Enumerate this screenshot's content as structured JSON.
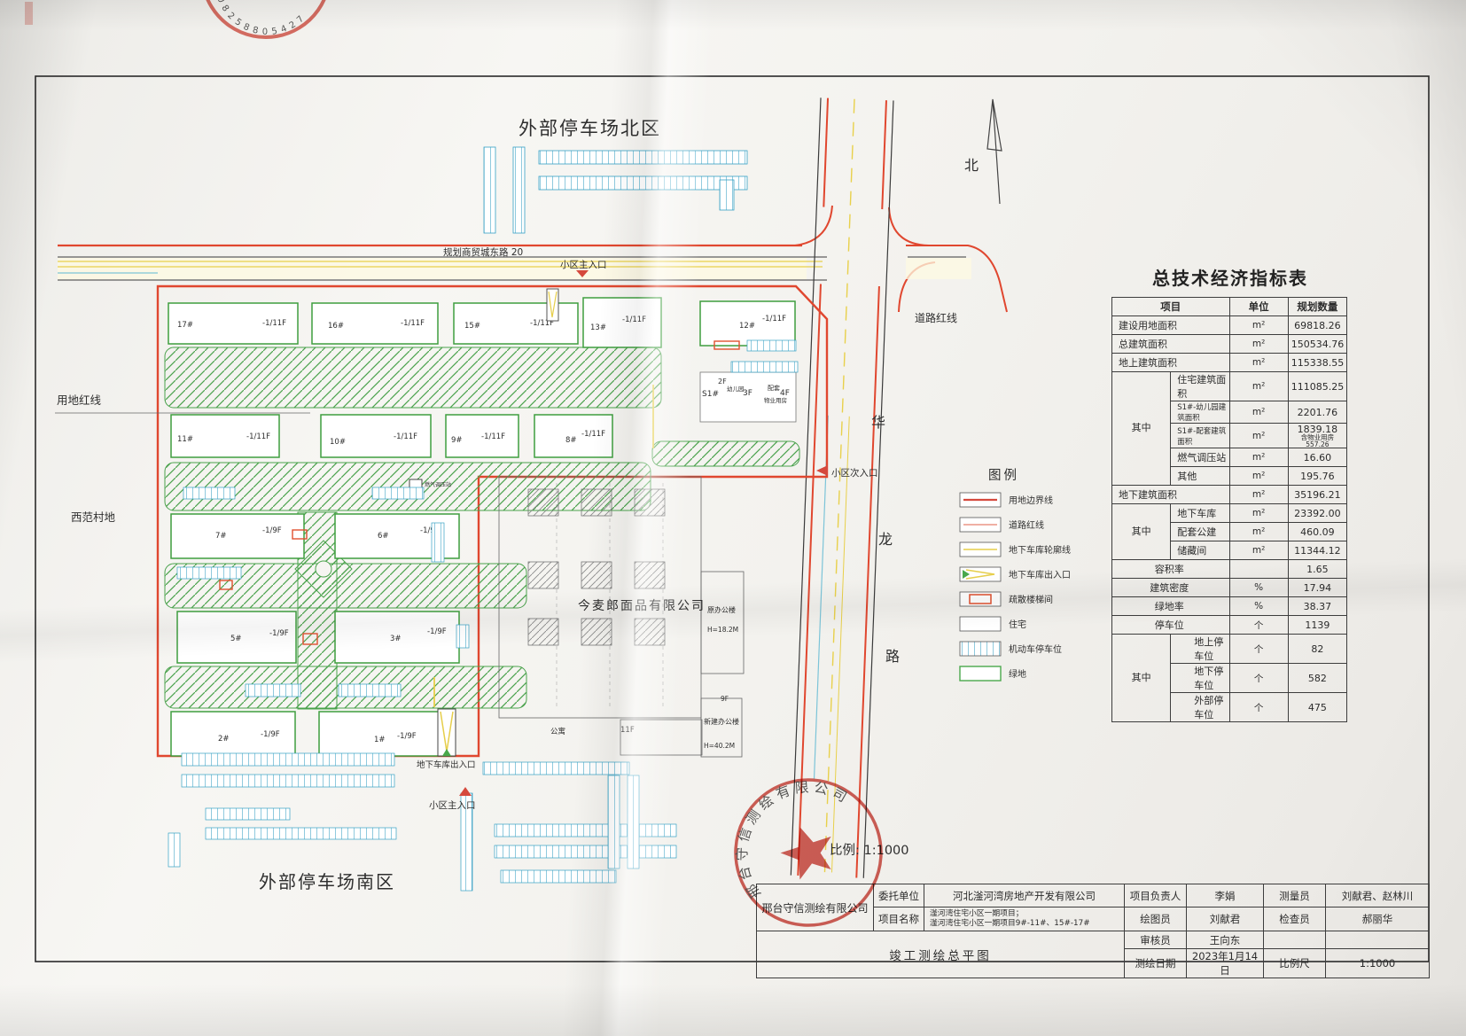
{
  "labels": {
    "north_lot": "外部停车场北区",
    "south_lot": "外部停车场南区",
    "road_name": "规划商贸城东路 20",
    "main_entrance_top": "小区主入口",
    "main_entrance_bottom": "小区主入口",
    "side_entrance": "小区次入口",
    "road_red_line": "道路红线",
    "land_red_line": "用地红线",
    "west_village": "西范村地",
    "hualong": "华龙路",
    "north": "北",
    "factory": "今麦郎面品有限公司",
    "old_office": "原办公楼",
    "old_office_height": "H=18.2M",
    "old_office_floors": "9F",
    "new_office": "新建办公楼",
    "new_office_height": "H=40.2M",
    "apartment": "公寓",
    "apartment_floors": "11F",
    "garage_exit": "地下车库出入口",
    "gas_station": "燃气调压站",
    "scale_note": "比例: 1:1000"
  },
  "site": {
    "s1": {
      "id": "S1#",
      "f2": "2F",
      "kindergarten": "幼儿园",
      "f3": "3F",
      "support": "配套",
      "f4": "4F",
      "property": "物业用房"
    },
    "buildings": [
      {
        "id": "17#",
        "floors": "-1/11F"
      },
      {
        "id": "16#",
        "floors": "-1/11F"
      },
      {
        "id": "15#",
        "floors": "-1/11F"
      },
      {
        "id": "13#",
        "floors": "-1/11F"
      },
      {
        "id": "12#",
        "floors": "-1/11F"
      },
      {
        "id": "11#",
        "floors": "-1/11F"
      },
      {
        "id": "10#",
        "floors": "-1/11F"
      },
      {
        "id": "9#",
        "floors": "-1/11F"
      },
      {
        "id": "8#",
        "floors": "-1/11F"
      },
      {
        "id": "7#",
        "floors": "-1/9F"
      },
      {
        "id": "6#",
        "floors": "-1/9F"
      },
      {
        "id": "5#",
        "floors": "-1/9F"
      },
      {
        "id": "3#",
        "floors": "-1/9F"
      },
      {
        "id": "2#",
        "floors": "-1/9F"
      },
      {
        "id": "1#",
        "floors": "-1/9F"
      }
    ]
  },
  "legend": {
    "title": "图例",
    "items": [
      "用地边界线",
      "道路红线",
      "地下车库轮廓线",
      "地下车库出入口",
      "疏散楼梯间",
      "住宅",
      "机动车停车位",
      "绿地"
    ]
  },
  "indicators": {
    "title": "总技术经济指标表",
    "headers": [
      "项目",
      "单位",
      "规划数量"
    ],
    "rows": [
      {
        "label": "建设用地面积",
        "unit": "m²",
        "value": "69818.26"
      },
      {
        "label": "总建筑面积",
        "unit": "m²",
        "value": "150534.76"
      },
      {
        "label": "地上建筑面积",
        "unit": "m²",
        "value": "115338.55"
      },
      {
        "group": "其中",
        "span": 5,
        "label": "住宅建筑面积",
        "unit": "m²",
        "value": "111085.25"
      },
      {
        "label": "S1#-幼儿园建筑面积",
        "small": true,
        "unit": "m²",
        "value": "2201.76"
      },
      {
        "label": "S1#-配套建筑面积",
        "small": true,
        "unit": "m²",
        "value": "1839.18",
        "note": "含物业用房557.26"
      },
      {
        "label": "燃气调压站",
        "unit": "m²",
        "value": "16.60"
      },
      {
        "label": "其他",
        "unit": "m²",
        "value": "195.76"
      },
      {
        "label": "地下建筑面积",
        "unit": "m²",
        "value": "35196.21"
      },
      {
        "group": "其中",
        "span": 3,
        "label": "地下车库",
        "unit": "m²",
        "value": "23392.00"
      },
      {
        "label": "配套公建",
        "unit": "m²",
        "value": "460.09"
      },
      {
        "label": "储藏间",
        "unit": "m²",
        "value": "11344.12"
      },
      {
        "label": "容积率",
        "center": true,
        "unit": "",
        "value": "1.65"
      },
      {
        "label": "建筑密度",
        "center": true,
        "unit": "%",
        "value": "17.94"
      },
      {
        "label": "绿地率",
        "center": true,
        "unit": "%",
        "value": "38.37"
      },
      {
        "label": "停车位",
        "center": true,
        "unit": "个",
        "value": "1139"
      },
      {
        "group": "其中",
        "span": 3,
        "label": "地上停车位",
        "indent": true,
        "unit": "个",
        "value": "82"
      },
      {
        "label": "地下停车位",
        "indent": true,
        "unit": "个",
        "value": "582"
      },
      {
        "label": "外部停车位",
        "indent": true,
        "unit": "个",
        "value": "475"
      }
    ]
  },
  "titleblock": {
    "company": "邢台守信测绘有限公司",
    "client_label": "委托单位",
    "client": "河北滏河湾房地产开发有限公司",
    "project_label": "项目名称",
    "project_line1": "滏河湾住宅小区一期项目；",
    "project_line2": "滏河湾住宅小区一期项目9#-11#、15#-17#",
    "pm_label": "项目负责人",
    "pm": "李娟",
    "surveyor_label": "测量员",
    "surveyor": "刘献君、赵林川",
    "draftsman_label": "绘图员",
    "draftsman": "刘献君",
    "inspector_label": "检查员",
    "inspector": "郝丽华",
    "reviewer_label": "审核员",
    "reviewer": "王向东",
    "drawing_title": "竣工测绘总平图",
    "date_label": "测绘日期",
    "date": "2023年1月14日",
    "scale_label": "比例尺",
    "scale": "1:1000"
  },
  "stamps": {
    "top_digits": "08258805427",
    "round_stamp_text": "邢台守信测绘有限公司"
  }
}
